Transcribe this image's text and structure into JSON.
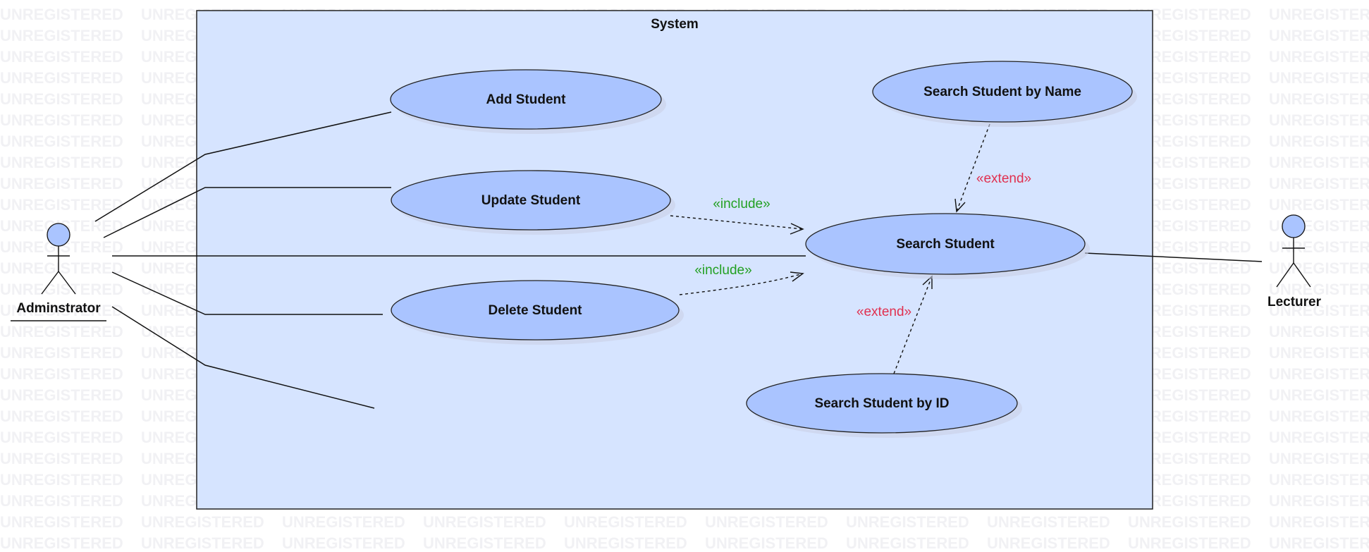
{
  "watermark": "UNREGISTERED",
  "system": {
    "title": "System"
  },
  "actors": {
    "administrator": {
      "label": "Adminstrator"
    },
    "lecturer": {
      "label": "Lecturer"
    }
  },
  "use_cases": {
    "add_student": "Add Student",
    "update_student": "Update Student",
    "delete_student": "Delete Student",
    "search_student": "Search Student",
    "search_by_name": "Search Student by Name",
    "search_by_id": "Search Student by ID"
  },
  "relationships": {
    "include_update": "«include»",
    "include_delete": "«include»",
    "extend_name": "«extend»",
    "extend_id": "«extend»"
  },
  "colors": {
    "boundary_fill": "#d6e4ff",
    "use_case_fill": "#aac4ff",
    "include_text": "#22a022",
    "extend_text": "#e03050"
  }
}
